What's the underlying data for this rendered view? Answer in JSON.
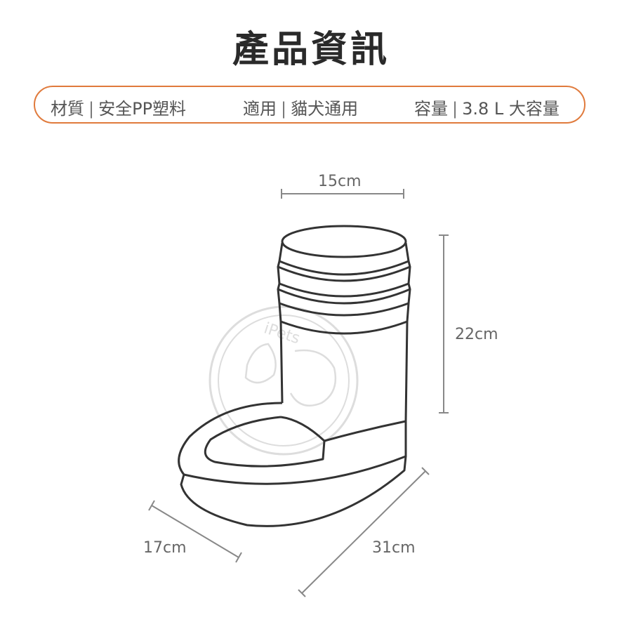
{
  "title": "產品資訊",
  "specs": [
    {
      "label": "材質",
      "value": "安全PP塑料"
    },
    {
      "label": "適用",
      "value": "貓犬通用"
    },
    {
      "label": "容量",
      "value": "3.8 L 大容量"
    }
  ],
  "separator": "|",
  "dimensions": {
    "top_width": "15cm",
    "height": "22cm",
    "base_width": "17cm",
    "length": "31cm"
  },
  "colors": {
    "accent": "#e07a3c",
    "outline": "#333333",
    "dim_line": "#888888"
  }
}
